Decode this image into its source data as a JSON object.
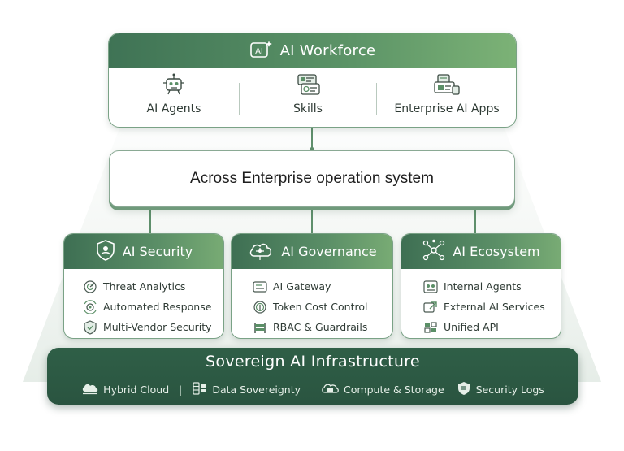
{
  "top": {
    "title": "AI Workforce",
    "items": [
      {
        "label": "AI Agents",
        "icon": "robot-icon"
      },
      {
        "label": "Skills",
        "icon": "skills-card-icon"
      },
      {
        "label": "Enterprise AI Apps",
        "icon": "enterprise-apps-icon"
      }
    ]
  },
  "middle": {
    "label": "Across Enterprise operation system"
  },
  "cards": [
    {
      "title": "AI Security",
      "icon": "shield-icon",
      "items": [
        {
          "label": "Threat Analytics",
          "icon": "radar-icon"
        },
        {
          "label": "Automated Response",
          "icon": "gear-loop-icon"
        },
        {
          "label": "Multi-Vendor Security",
          "icon": "shield-check-icon"
        }
      ]
    },
    {
      "title": "AI Governance",
      "icon": "cloud-network-icon",
      "items": [
        {
          "label": "AI Gateway",
          "icon": "gateway-icon"
        },
        {
          "label": "Token Cost Control",
          "icon": "coin-icon"
        },
        {
          "label": "RBAC & Guardrails",
          "icon": "guardrail-icon"
        }
      ]
    },
    {
      "title": "AI Ecosystem",
      "icon": "network-nodes-icon",
      "items": [
        {
          "label": "Internal Agents",
          "icon": "internal-agents-icon"
        },
        {
          "label": "External AI Services",
          "icon": "external-services-icon"
        },
        {
          "label": "Unified API",
          "icon": "api-blocks-icon"
        }
      ]
    }
  ],
  "bottom": {
    "title": "Sovereign AI Infrastructure",
    "items": [
      {
        "label": "Hybrid Cloud",
        "icon": "hybrid-cloud-icon"
      },
      {
        "label": "Data Sovereignty",
        "icon": "database-icon"
      },
      {
        "label": "Compute & Storage",
        "icon": "compute-storage-icon"
      },
      {
        "label": "Security Logs",
        "icon": "security-logs-icon"
      }
    ],
    "separator": "|"
  },
  "colors": {
    "accent_dark": "#2f5f47",
    "accent_mid": "#5b8f67",
    "accent_light": "#7cb276",
    "border": "#7aa286"
  }
}
